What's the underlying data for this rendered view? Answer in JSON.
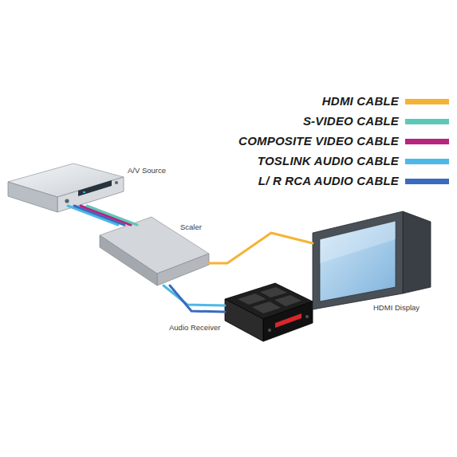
{
  "diagram": {
    "nodes": [
      {
        "text": [
          "A/V Source"
        ]
      },
      {
        "text": [
          "Scaler"
        ]
      },
      {
        "text": [
          "Audio Receiver"
        ]
      },
      {
        "text": [
          "HDMI Display"
        ]
      }
    ],
    "edges": [
      {
        "from": 0,
        "to": 1,
        "arrow": "none"
      },
      {
        "from": 0,
        "to": 1,
        "arrow": "none"
      },
      {
        "from": 0,
        "to": 1,
        "arrow": "none"
      },
      {
        "from": 0,
        "to": 1,
        "arrow": "none"
      },
      {
        "from": 1,
        "to": 3,
        "arrow": "none"
      },
      {
        "from": 1,
        "to": 2,
        "arrow": "none"
      },
      {
        "from": 1,
        "to": 2,
        "arrow": "none"
      }
    ],
    "legend": [
      {
        "text": "HDMI CABLE",
        "color": "#f5b335"
      },
      {
        "text": "S-VIDEO CABLE",
        "color": "#5ec8b8"
      },
      {
        "text": "COMPOSITE VIDEO CABLE",
        "color": "#b5257d"
      },
      {
        "text": "TOSLINK AUDIO CABLE",
        "color": "#4db8e8"
      },
      {
        "text": "L/ R RCA AUDIO CABLE",
        "color": "#3a6bbf"
      }
    ]
  }
}
